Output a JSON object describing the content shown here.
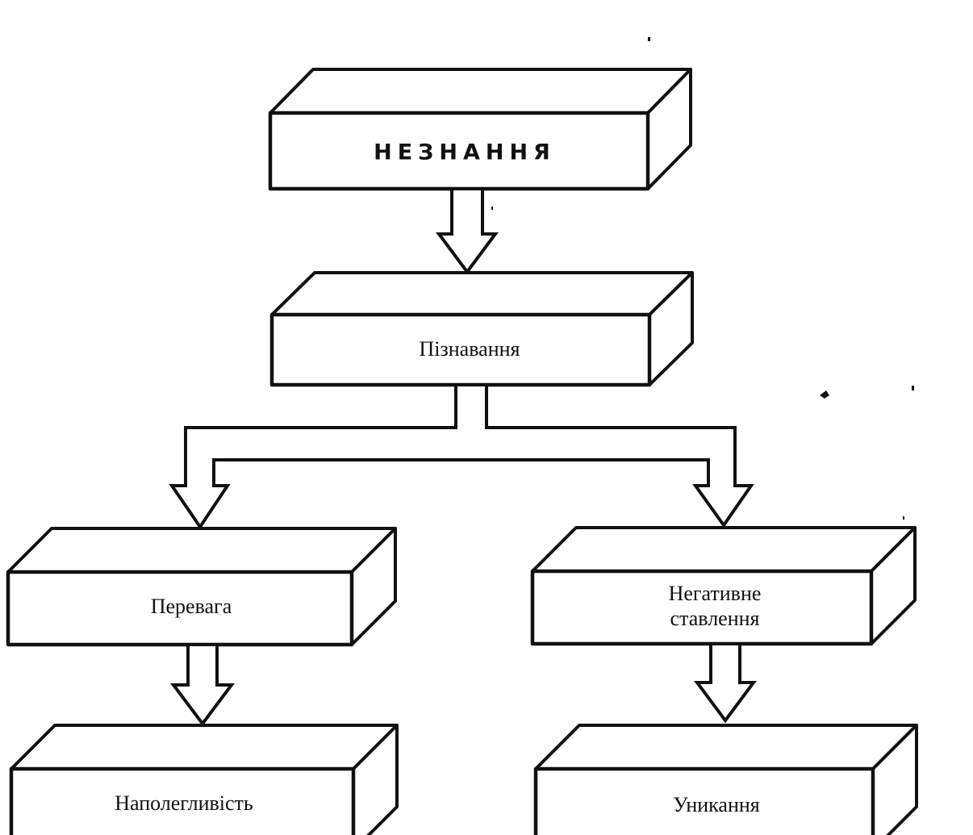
{
  "nodes": {
    "root": {
      "label": "НЕЗНАННЯ"
    },
    "cognition": {
      "label": "Пізнавання"
    },
    "preference": {
      "label": "Перевага"
    },
    "negative": {
      "label_line1": "Негативне",
      "label_line2": "ставлення"
    },
    "persistence": {
      "label": "Наполегливість"
    },
    "avoidance": {
      "label": "Уникання"
    }
  },
  "colors": {
    "stroke": "#111111",
    "fill": "#ffffff"
  }
}
